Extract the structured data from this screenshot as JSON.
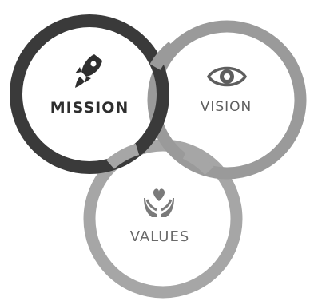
{
  "diagram": {
    "circles": {
      "mission": {
        "label": "MISSION",
        "icon": "rocket-icon",
        "ring_color": "#3a3a3a",
        "text_color": "#2e2e2e"
      },
      "vision": {
        "label": "VISION",
        "icon": "eye-icon",
        "ring_color": "#9a9a9a",
        "text_color": "#5e5e5e"
      },
      "values": {
        "label": "VALUES",
        "icon": "heart-in-hands-icon",
        "ring_color": "#a6a6a6",
        "text_color": "#6a6a6a"
      }
    }
  }
}
